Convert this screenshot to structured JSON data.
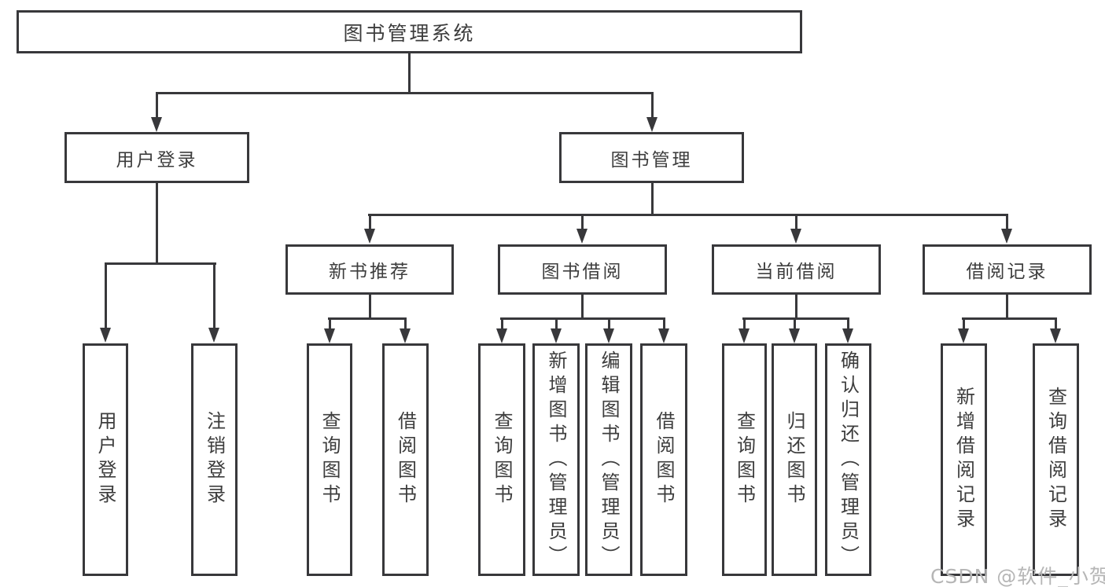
{
  "diagram": {
    "root": {
      "label": "图书管理系统"
    },
    "level2": [
      {
        "id": "user-login",
        "label": "用户登录"
      },
      {
        "id": "book-management",
        "label": "图书管理"
      }
    ],
    "level3": [
      {
        "id": "new-book-recommend",
        "label": "新书推荐",
        "parent": "图书管理"
      },
      {
        "id": "book-borrow",
        "label": "图书借阅",
        "parent": "图书管理"
      },
      {
        "id": "current-borrow",
        "label": "当前借阅",
        "parent": "图书管理"
      },
      {
        "id": "borrow-records",
        "label": "借阅记录",
        "parent": "图书管理"
      }
    ],
    "leaves": [
      {
        "parent": "用户登录",
        "label": "用户登录"
      },
      {
        "parent": "用户登录",
        "label": "注销登录"
      },
      {
        "parent": "新书推荐",
        "label": "查询图书"
      },
      {
        "parent": "新书推荐",
        "label": "借阅图书"
      },
      {
        "parent": "图书借阅",
        "label": "查询图书"
      },
      {
        "parent": "图书借阅",
        "label": "新增图书（管理员）"
      },
      {
        "parent": "图书借阅",
        "label": "编辑图书（管理员）"
      },
      {
        "parent": "图书借阅",
        "label": "借阅图书"
      },
      {
        "parent": "当前借阅",
        "label": "查询图书"
      },
      {
        "parent": "当前借阅",
        "label": "归还图书"
      },
      {
        "parent": "当前借阅",
        "label": "确认归还（管理员）"
      },
      {
        "parent": "借阅记录",
        "label": "新增借阅记录"
      },
      {
        "parent": "借阅记录",
        "label": "查询借阅记录"
      }
    ]
  },
  "watermark": "CSDN @软件_小贺同学",
  "colors": {
    "line": "#38383b",
    "text": "#3d3d3d",
    "watermark": "#b6b6b6",
    "background": "#ffffff"
  }
}
